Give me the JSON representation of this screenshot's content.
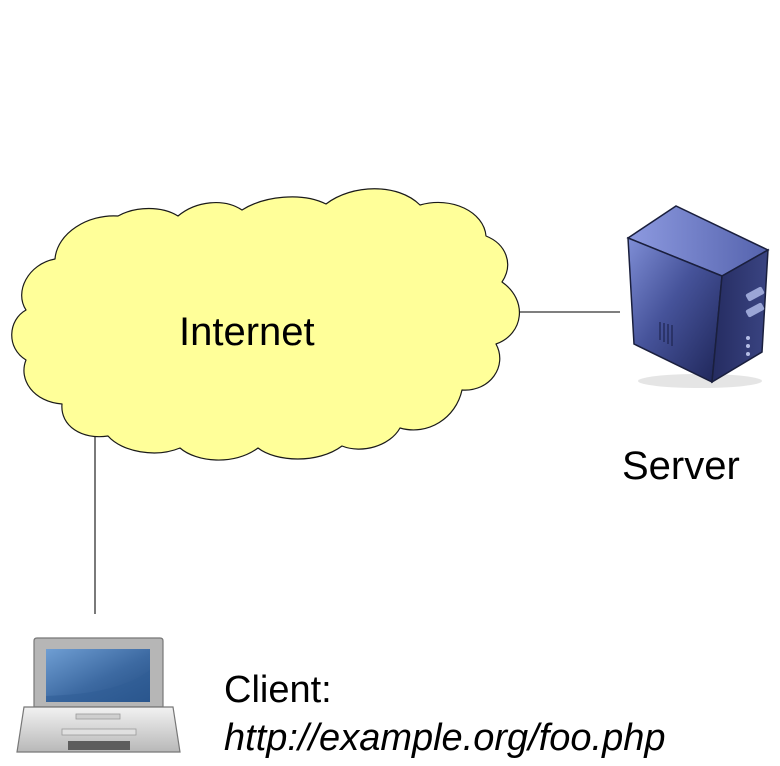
{
  "diagram": {
    "nodes": {
      "internet": {
        "label": "Internet",
        "icon": "cloud-icon",
        "fill_color": "#ffff99"
      },
      "server": {
        "label": "Server",
        "icon": "server-tower-icon",
        "body_color": "#34407f"
      },
      "client": {
        "label": "Client:",
        "url": "http://example.org/foo.php",
        "icon": "laptop-icon",
        "screen_color": "#3f6fa5"
      }
    },
    "connections": [
      {
        "from": "internet",
        "to": "server"
      },
      {
        "from": "internet",
        "to": "client"
      }
    ]
  }
}
